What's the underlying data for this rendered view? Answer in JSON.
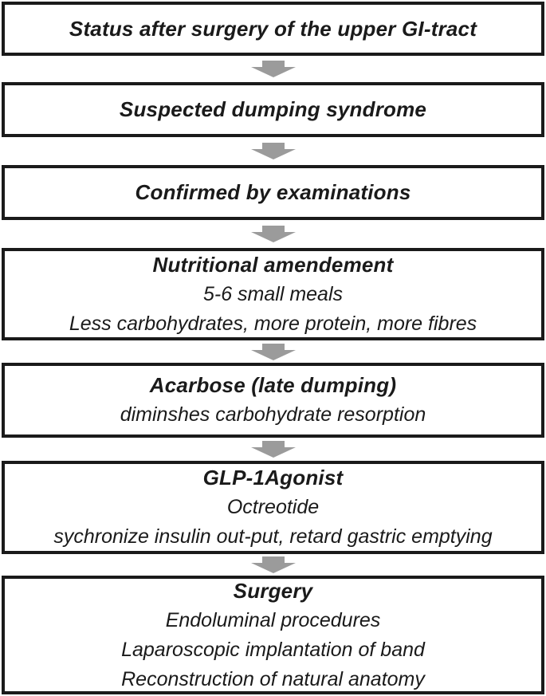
{
  "diagram": {
    "arrow_color": "#9b9b9b",
    "border_color": "#1a1a1a",
    "steps": [
      {
        "title": "Status after surgery of the upper GI-tract",
        "lines": []
      },
      {
        "title": "Suspected dumping syndrome",
        "lines": []
      },
      {
        "title": "Confirmed by examinations",
        "lines": []
      },
      {
        "title": "Nutritional amendement",
        "lines": [
          "5-6 small meals",
          "Less carbohydrates, more protein, more fibres"
        ]
      },
      {
        "title": "Acarbose (late dumping)",
        "lines": [
          "diminshes carbohydrate resorption"
        ]
      },
      {
        "title": "GLP-1Agonist",
        "lines": [
          "Octreotide",
          "sychronize insulin out-put, retard gastric emptying"
        ]
      },
      {
        "title": "Surgery",
        "lines": [
          "Endoluminal procedures",
          "Laparoscopic implantation of band",
          "Reconstruction of natural anatomy"
        ]
      }
    ]
  }
}
